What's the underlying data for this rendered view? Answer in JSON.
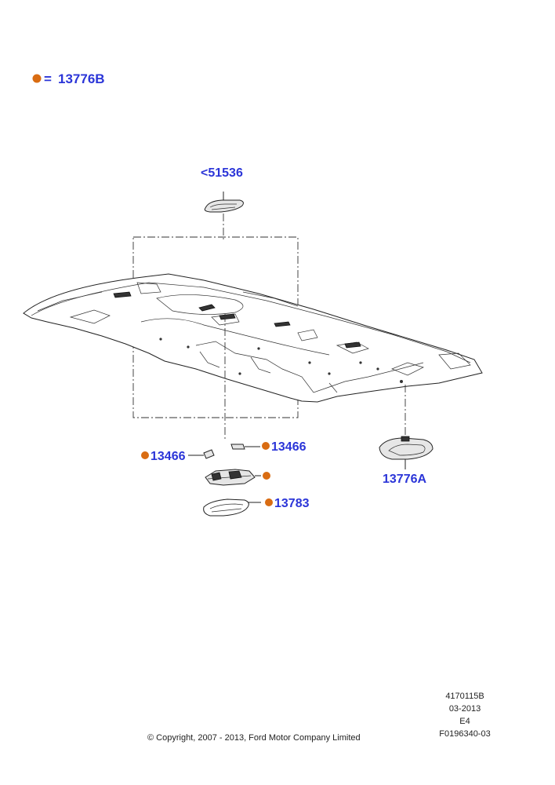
{
  "legend": {
    "dot_color": "#d96c12",
    "equals": "=",
    "part": "13776B"
  },
  "callouts": {
    "top_part": "<51536",
    "lamp_right": "13776A",
    "bulb_left": "13466",
    "bulb_right": "13466",
    "lens": "13783"
  },
  "colors": {
    "callout_text": "#2b35d8",
    "marker": "#d96c12"
  },
  "info": {
    "drawing_number": "4170115B",
    "date": "03-2013",
    "code": "E4",
    "figure_id": "F0196340-03"
  },
  "copyright": "© Copyright, 2007 - 2013, Ford Motor Company Limited"
}
